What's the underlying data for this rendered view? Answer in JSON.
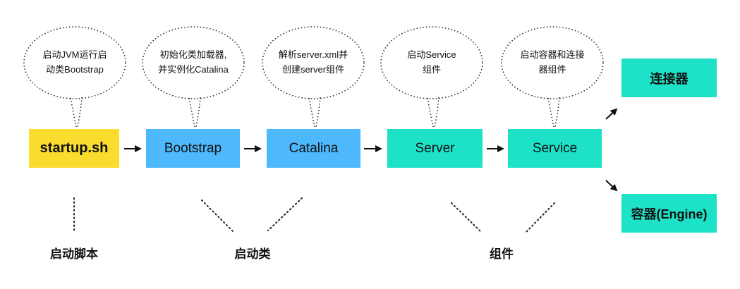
{
  "colors": {
    "startup": "#FADC2E",
    "bootstrap_classes": "#4DB8FB",
    "components": "#1DE2C7"
  },
  "nodes": {
    "startup_sh": "startup.sh",
    "bootstrap": "Bootstrap",
    "catalina": "Catalina",
    "server": "Server",
    "service": "Service",
    "connector": "连接器",
    "engine": "容器(Engine)"
  },
  "bubbles": {
    "startup_sh": "启动JVM运行启\n动类Bootstrap",
    "bootstrap": "初始化类加载器,\n并实例化Catalina",
    "catalina": "解析server.xml并\n创建server组件",
    "server": "启动Service\n组件",
    "service": "启动容器和连接\n器组件"
  },
  "groups": {
    "launch_script": "启动脚本",
    "launch_class": "启动类",
    "component": "组件"
  }
}
